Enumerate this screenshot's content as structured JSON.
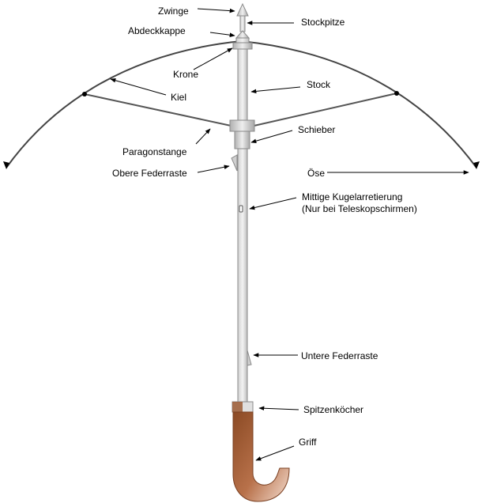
{
  "labels": {
    "zwinge": "Zwinge",
    "abdeckkappe": "Abdeckkappe",
    "krone": "Krone",
    "kiel": "Kiel",
    "paragonstange": "Paragonstange",
    "obere_federraste": "Obere Federraste",
    "stockpitze": "Stockpitze",
    "stock": "Stock",
    "schieber": "Schieber",
    "oese": "Öse",
    "kugelarretierung_line1": "Mittige Kugelarretierung",
    "kugelarretierung_line2": "(Nur bei Teleskopschirmen)",
    "untere_federraste": "Untere Federraste",
    "spitzenkoecher": "Spitzenköcher",
    "griff": "Griff"
  },
  "colors": {
    "shaft_fill": "#e2e2e2",
    "shaft_stroke": "#8a8a8a",
    "handle_dark": "#8b4a24",
    "handle_light": "#f4ddd0",
    "line": "#333333"
  }
}
